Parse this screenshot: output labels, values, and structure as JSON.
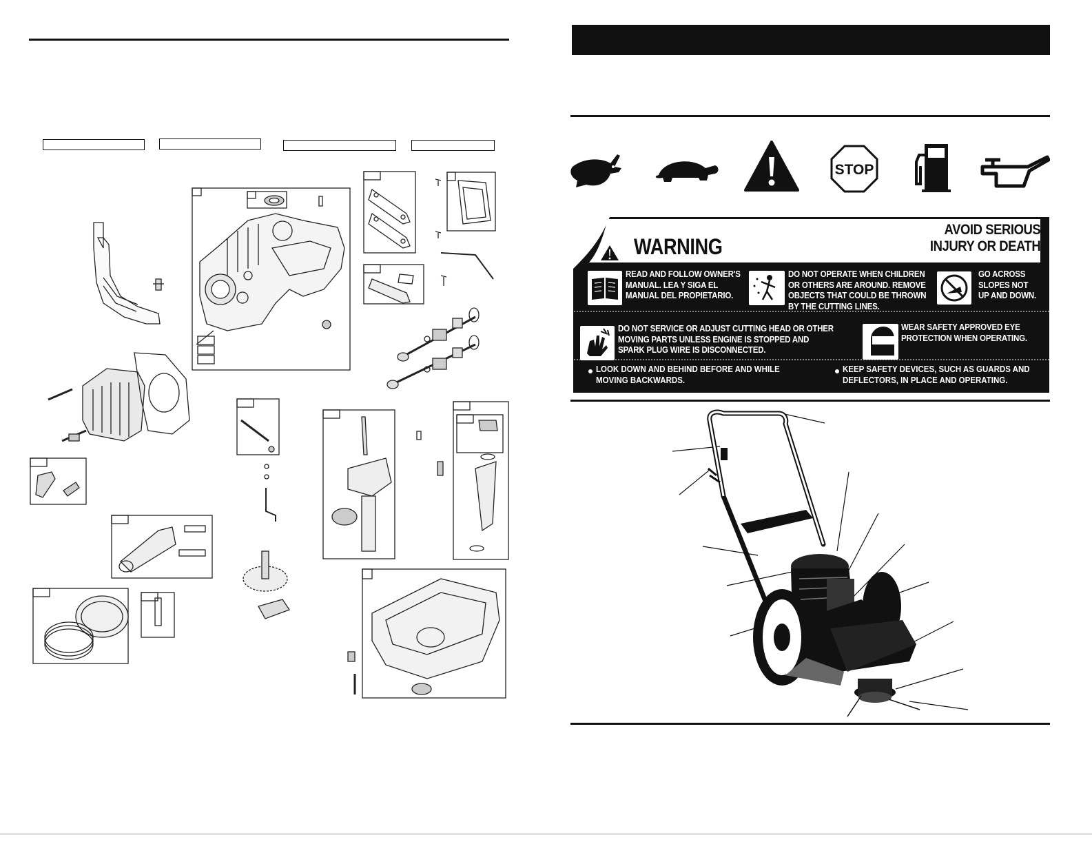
{
  "right_page": {
    "symbols": [
      {
        "name": "rabbit-fast-icon"
      },
      {
        "name": "turtle-slow-icon"
      },
      {
        "name": "safety-alert-icon"
      },
      {
        "name": "stop-sign-icon",
        "text": "STOP"
      },
      {
        "name": "fuel-pump-icon"
      },
      {
        "name": "oil-can-icon"
      }
    ],
    "warning_label": {
      "title": "WARNING",
      "headline": "AVOID SERIOUS\nINJURY OR DEATH",
      "items": [
        {
          "icon": "manual-book-icon",
          "text": "READ AND FOLLOW OWNER'S\nMANUAL. LEA Y SIGA EL\nMANUAL DEL PROPIETARIO."
        },
        {
          "icon": "thrown-objects-icon",
          "text": "DO NOT OPERATE WHEN CHILDREN\nOR OTHERS ARE AROUND.  REMOVE\nOBJECTS THAT COULD BE THROWN\nBY THE CUTTING LINES."
        },
        {
          "icon": "slope-icon",
          "text": "GO ACROSS\nSLOPES NOT\nUP AND  DOWN."
        },
        {
          "icon": "hand-hazard-icon",
          "text": "DO NOT SERVICE OR ADJUST CUTTING  HEAD OR OTHER\nMOVING PARTS UNLESS ENGINE IS STOPPED AND\nSPARK PLUG WIRE IS DISCONNECTED."
        },
        {
          "icon": "eye-protection-icon",
          "text": "WEAR SAFETY APPROVED EYE\nPROTECTION WHEN OPERATING."
        }
      ],
      "bullets": [
        "LOOK DOWN AND BEHIND BEFORE AND WHILE\nMOVING BACKWARDS.",
        "KEEP SAFETY DEVICES, SUCH AS GUARDS AND\nDEFLECTORS, IN PLACE AND OPERATING."
      ]
    }
  }
}
